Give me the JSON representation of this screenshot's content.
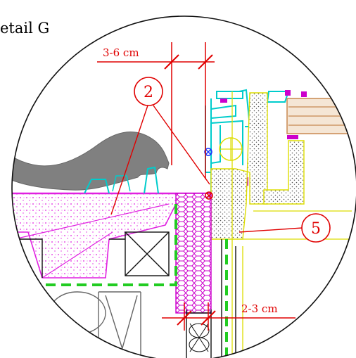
{
  "title": "etail G",
  "dimensions": {
    "top": "3-6 cm",
    "bottom": "2-3 cm"
  },
  "callouts": {
    "left": "2",
    "right": "5"
  },
  "colors": {
    "dimension": "#e00000",
    "membrane": "#e020e0",
    "aluminium": "#00cccc",
    "gasket": "#cc00cc",
    "screed": "#808080",
    "insulation_dash": "#22cc22",
    "sealant": "#dddd00",
    "timber": "#c88850",
    "marker": "#1a33ff"
  }
}
